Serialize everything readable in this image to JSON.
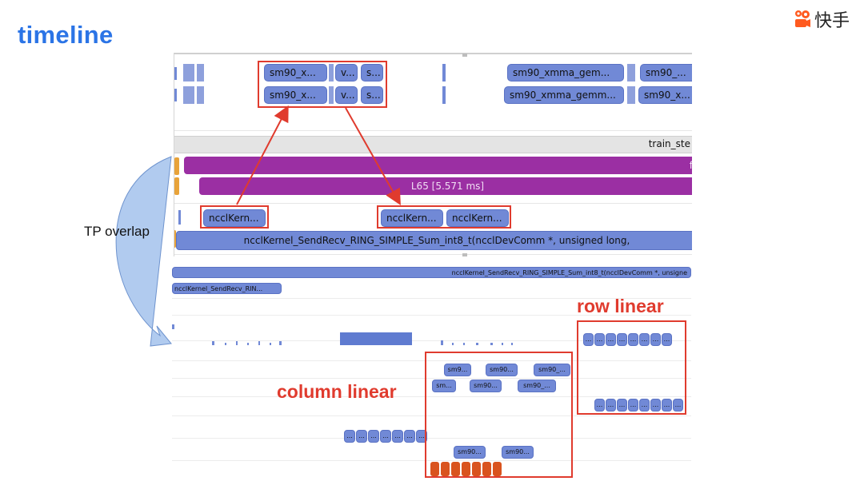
{
  "slide": {
    "title": "timeline",
    "logo_text": "快手"
  },
  "annotations": {
    "tp_overlap": "TP overlap",
    "row_linear": "row linear",
    "column_linear": "column linear"
  },
  "trace": {
    "row1_kernels": [
      "sm90_x...",
      "v...",
      "s...",
      "sm90_xmma_gem...",
      "sm90_..."
    ],
    "row2_kernels": [
      "sm90_x...",
      "v...",
      "s...",
      "sm90_xmma_gemm...",
      "sm90_x..."
    ],
    "train_step": "train_ste",
    "f_label": "f",
    "l65_label": "L65 [5.571 ms]",
    "nccl_small": [
      "ncclKern...",
      "ncclKern...",
      "ncclKern..."
    ],
    "nccl_long": "ncclKernel_SendRecv_RING_SIMPLE_Sum_int8_t(ncclDevComm *, unsigned long,",
    "nccl_long_small": "ncclKernel_SendRecv_RING_SIMPLE_Sum_int8_t(ncclDevComm *, unsigne",
    "nccl_short": "ncclKernel_SendRecv_RIN...",
    "col_row1": [
      "sm9...",
      "sm90...",
      "sm90_..."
    ],
    "col_row2": [
      "sm...",
      "sm90...",
      "sm90_..."
    ],
    "col_row3": [
      "sm90...",
      "sm90..."
    ],
    "ellipsis": "..."
  },
  "colors": {
    "title_blue": "#2b74e6",
    "kernel_blue": "#7189d6",
    "nccl_purple": "#9b2fa3",
    "highlight_red": "#e03b2e"
  }
}
